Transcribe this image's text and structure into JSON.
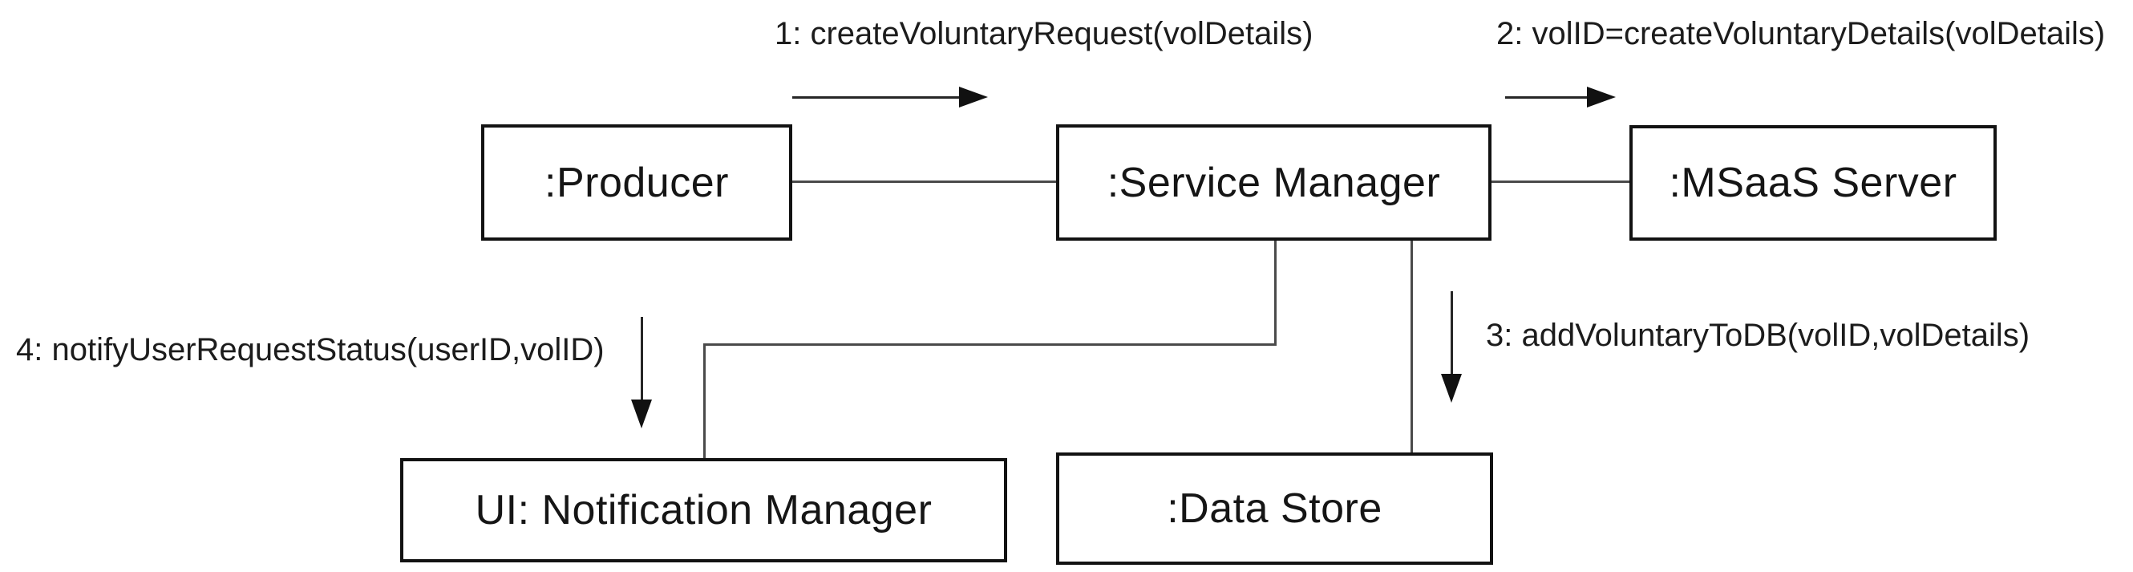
{
  "diagram": {
    "kind": "uml-communication-diagram",
    "background_color": "#ffffff",
    "box_border_color": "#121212",
    "line_color": "#4a4a4a",
    "text_color": "#1c1c1c"
  },
  "objects": [
    {
      "id": "producer",
      "label": ":Producer"
    },
    {
      "id": "service-manager",
      "label": ":Service Manager"
    },
    {
      "id": "msaas-server",
      "label": ":MSaaS Server"
    },
    {
      "id": "notification-manager",
      "label": "UI: Notification Manager"
    },
    {
      "id": "data-store",
      "label": ":Data Store"
    }
  ],
  "messages": [
    {
      "seq": "1",
      "label": "1: createVoluntaryRequest(volDetails)",
      "direction": "right"
    },
    {
      "seq": "2",
      "label": "2: volID=createVoluntaryDetails(volDetails)",
      "direction": "right"
    },
    {
      "seq": "3",
      "label": "3: addVoluntaryToDB(volID,volDetails)",
      "direction": "down"
    },
    {
      "seq": "4",
      "label": "4: notifyUserRequestStatus(userID,volID)",
      "direction": "down"
    }
  ],
  "links": [
    {
      "id": "producer--service-manager"
    },
    {
      "id": "service-manager--msaas-server"
    },
    {
      "id": "service-manager--notification-manager"
    },
    {
      "id": "service-manager--data-store"
    }
  ]
}
